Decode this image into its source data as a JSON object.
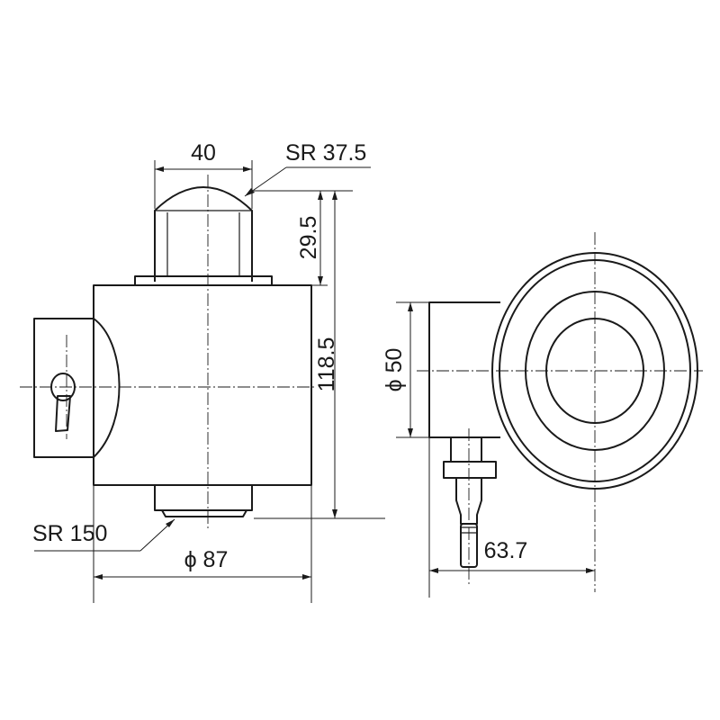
{
  "dimensions": {
    "top_width": "40",
    "dome_radius": "SR 37.5",
    "dome_height": "29.5",
    "overall_height": "118.5",
    "base_radius": "SR 150",
    "body_diameter": "ϕ 87",
    "side_diameter": "ϕ 50",
    "side_depth": "63.7"
  },
  "colors": {
    "line": "#1a1a1a",
    "background": "#ffffff"
  }
}
